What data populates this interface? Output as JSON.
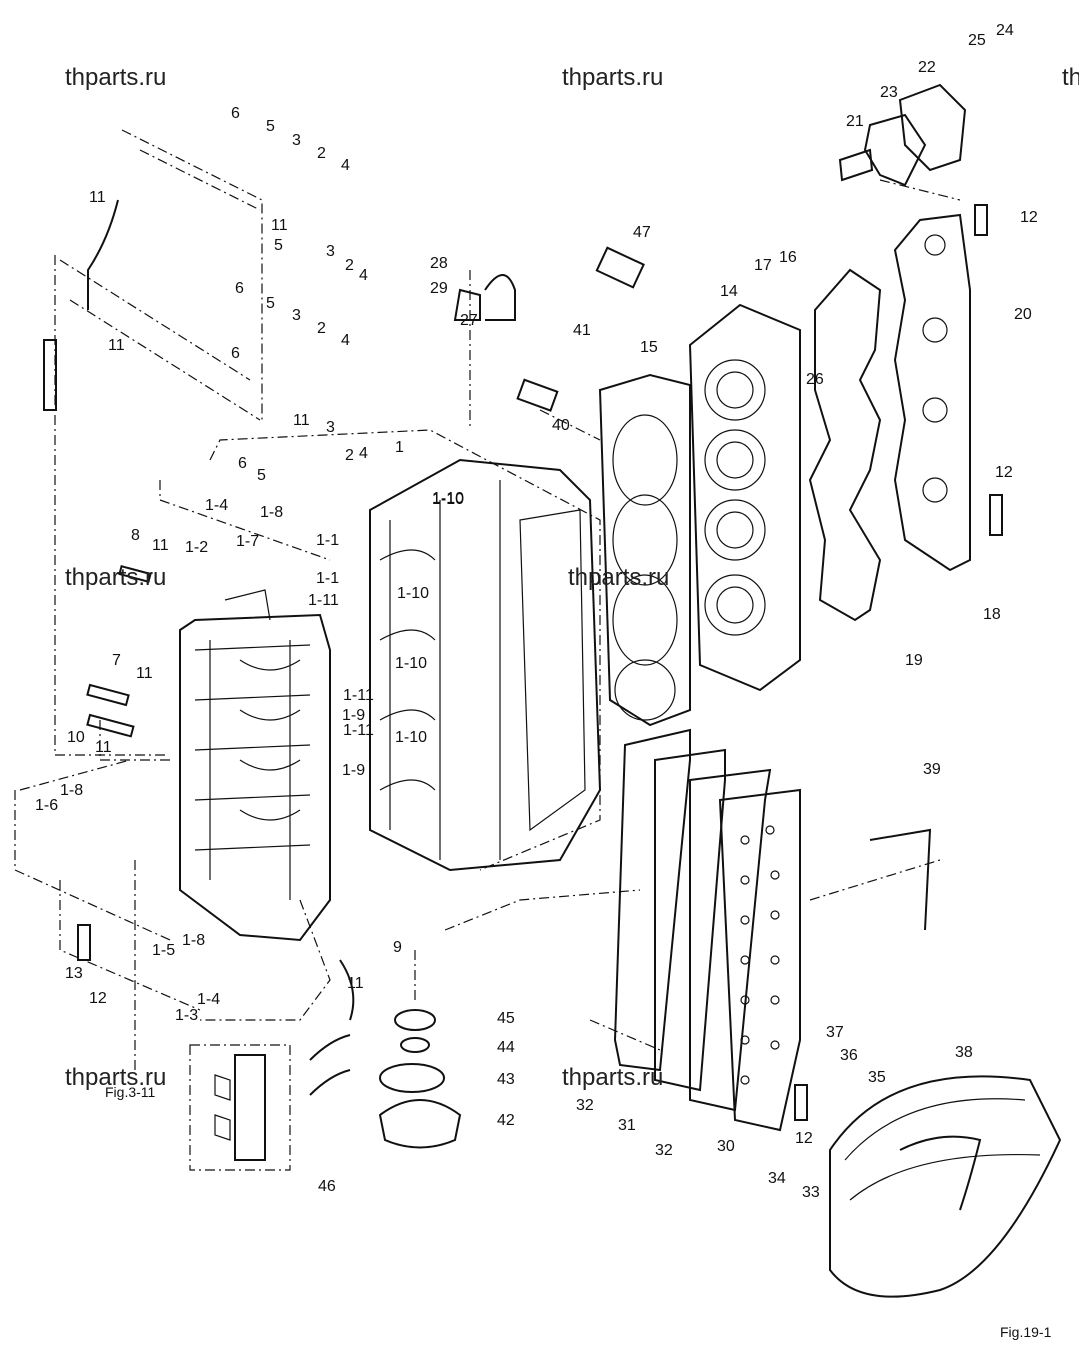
{
  "watermarks": [
    "thparts.ru",
    "thparts.ru",
    "thparts.ru",
    "thparts.ru",
    "thparts.ru",
    "thparts.ru",
    "thparts.ru"
  ],
  "references": [
    "Fig.3-11",
    "Fig.19-1"
  ],
  "callouts": [
    "1",
    "1-1",
    "1-1",
    "1-2",
    "1-3",
    "1-4",
    "1-4",
    "1-5",
    "1-6",
    "1-7",
    "1-8",
    "1-8",
    "1-8",
    "1-9",
    "1-9",
    "1-10",
    "1-10",
    "1-10",
    "1-10",
    "1-10",
    "1-11",
    "1-11",
    "1-11",
    "2",
    "2",
    "2",
    "2",
    "3",
    "3",
    "3",
    "3",
    "4",
    "4",
    "4",
    "4",
    "5",
    "5",
    "5",
    "5",
    "6",
    "6",
    "6",
    "6",
    "7",
    "8",
    "9",
    "10",
    "11",
    "11",
    "11",
    "11",
    "11",
    "11",
    "11",
    "11",
    "12",
    "12",
    "12",
    "12",
    "13",
    "14",
    "15",
    "16",
    "17",
    "18",
    "19",
    "20",
    "21",
    "22",
    "23",
    "24",
    "25",
    "26",
    "27",
    "28",
    "29",
    "30",
    "31",
    "32",
    "32",
    "33",
    "34",
    "35",
    "36",
    "37",
    "38",
    "39",
    "40",
    "41",
    "42",
    "43",
    "44",
    "45",
    "46",
    "47"
  ]
}
